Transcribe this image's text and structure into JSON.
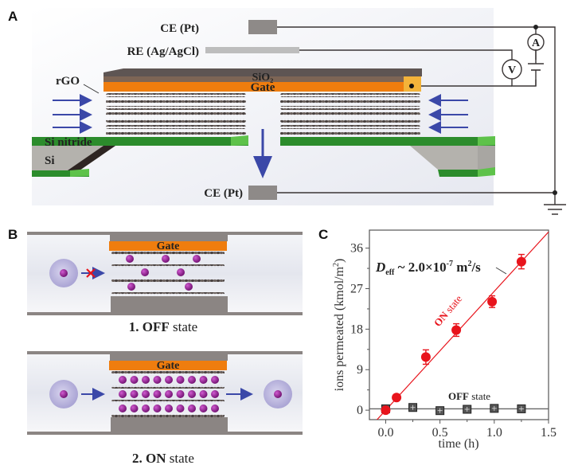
{
  "panels": {
    "a": {
      "letter": "A",
      "labels": {
        "ce_top": "CE (Pt)",
        "re": "RE (Ag/AgCl)",
        "rgo": "rGO",
        "sio2": "SiO₂",
        "gate": "Gate",
        "si_nitride": "Si nitride",
        "si": "Si",
        "ce_bottom": "CE (Pt)",
        "ammeter": "A",
        "voltmeter": "V"
      }
    },
    "b": {
      "letter": "B",
      "off": {
        "gate": "Gate",
        "caption_num": "1.",
        "caption_bold": "OFF",
        "caption_rest": "state"
      },
      "on": {
        "gate": "Gate",
        "caption_num": "2.",
        "caption_bold": "ON",
        "caption_rest": "state"
      }
    },
    "c": {
      "letter": "C"
    }
  },
  "colors": {
    "gate_orange": "#ef7d0e",
    "sio2_gray": "#6b6360",
    "nitride_green": "#2f9a2f",
    "arrow_blue": "#3b48a8",
    "ion_purple": "#8c1a8c",
    "on_red": "#e8141c",
    "off_dark": "#333333"
  },
  "chart_data": {
    "type": "scatter",
    "xlabel": "time (h)",
    "ylabel": "ions permeated (kmol/m²)",
    "ylabel_main": "ions permeated (kmol/m",
    "ylabel_sup": "2",
    "ylabel_end": ")",
    "xlim": [
      -0.15,
      1.5
    ],
    "ylim": [
      -2.1,
      40
    ],
    "xticks": [
      0.0,
      0.5,
      1.0,
      1.5
    ],
    "xtick_labels": [
      "0.0",
      "0.5",
      "1.0",
      "1.5"
    ],
    "yticks": [
      0,
      9,
      18,
      27,
      36
    ],
    "ytick_labels": [
      "0",
      "9",
      "18",
      "27",
      "36"
    ],
    "grid": false,
    "annotation": {
      "d": "D",
      "sub": "eff",
      "rest": " ~ 2.0×10",
      "exp": "-7",
      "unit_m": " m",
      "unit_exp": "2",
      "unit_s": "/s"
    },
    "series": [
      {
        "name": "ON state",
        "label_bold": "ON",
        "label_rest": " state",
        "marker": "circle",
        "color": "#e8141c",
        "x": [
          0.0,
          0.1,
          0.37,
          0.65,
          0.98,
          1.25
        ],
        "y": [
          0.0,
          2.8,
          11.8,
          17.8,
          24.1,
          33.0
        ],
        "yerr": [
          0.0,
          0.6,
          1.6,
          1.4,
          1.3,
          1.6
        ],
        "fit": {
          "slope": 26.4,
          "intercept": 0.0
        }
      },
      {
        "name": "OFF state",
        "label_bold": "OFF",
        "label_rest": " state",
        "marker": "square",
        "color": "#333333",
        "x": [
          0.0,
          0.25,
          0.5,
          0.75,
          1.0,
          1.25
        ],
        "y": [
          0.3,
          0.6,
          -0.1,
          0.2,
          0.4,
          0.3
        ],
        "fit": {
          "slope": 0.0,
          "intercept": 0.3
        }
      }
    ]
  }
}
